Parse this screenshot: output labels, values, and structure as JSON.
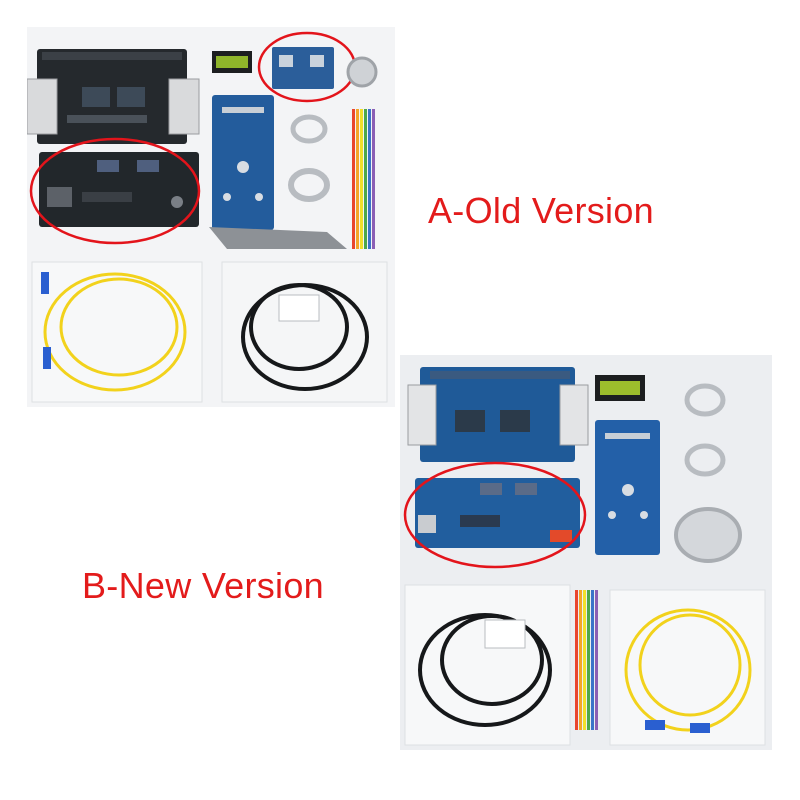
{
  "captions": {
    "old_version": "A-Old Version",
    "new_version": "B-New Version"
  },
  "colors": {
    "caption_red": "#e31b1b",
    "highlight_circle": "#e3141b",
    "old_board_pcb": "#1f2428",
    "new_board_pcb": "#1f5a98",
    "fiber_cable": "#f2d21c",
    "network_cable": "#16181a"
  },
  "items": {
    "old_kit": [
      "head-board",
      "lcd-display",
      "small-adapter-board",
      "control-panel-board",
      "ribbon-cables",
      "main-board",
      "flat-cable",
      "fiber-optic-cable",
      "network-cable"
    ],
    "new_kit": [
      "head-board",
      "lcd-display",
      "control-panel-board",
      "ribbon-cables",
      "main-board",
      "network-cable",
      "rainbow-cable",
      "fiber-optic-cable"
    ]
  },
  "highlighted": {
    "old_kit": [
      "small-adapter-board",
      "main-board"
    ],
    "new_kit": [
      "main-board"
    ]
  }
}
